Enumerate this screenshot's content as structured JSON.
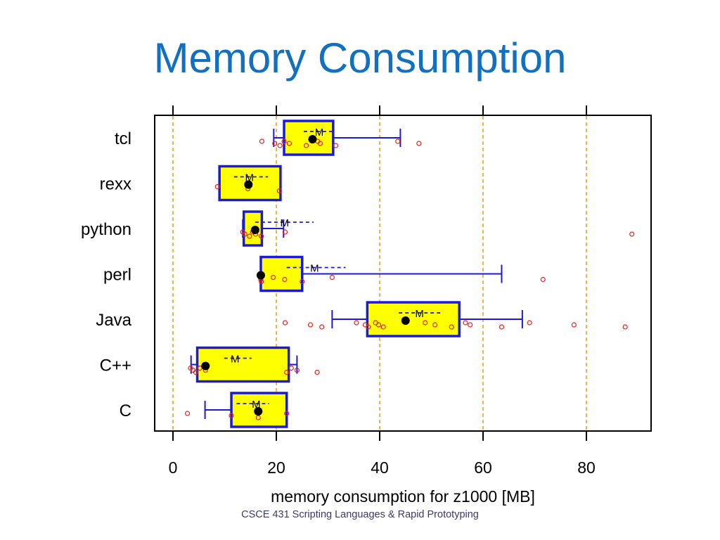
{
  "slide": {
    "title": "Memory Consumption",
    "footer": "CSCE 431 Scripting Languages & Rapid Prototyping"
  },
  "colors": {
    "title": "#1170bf",
    "box_fill": "#ffff00",
    "box_border": "#1a1adb",
    "whisker": "#1a1adb",
    "grid": "#f0a020",
    "points": "#e8201c",
    "median": "#000000",
    "mean_line": "#000000",
    "sd_line": "#1a1adb"
  },
  "chart_data": {
    "type": "boxplot",
    "orientation": "horizontal",
    "xlabel": "memory consumption for z1000 [MB]",
    "ylabel": "",
    "xlim": [
      -4,
      93
    ],
    "xticks": [
      0,
      20,
      40,
      60,
      80
    ],
    "grid": "vertical dashed at x ticks",
    "mean_marker": "M",
    "categories": [
      "tcl",
      "rexx",
      "python",
      "perl",
      "Java",
      "C++",
      "C"
    ],
    "series": [
      {
        "name": "tcl",
        "q1": 21.5,
        "q3": 31,
        "median": 27,
        "whisker_low": 19.5,
        "whisker_high": 44,
        "mean": 28.3,
        "sd_low": 25.3,
        "sd_high": 31.3,
        "points": [
          17.2,
          19.7,
          20.7,
          21.5,
          22.5,
          25.8,
          28,
          28.5,
          31.5,
          43.5,
          47.6
        ]
      },
      {
        "name": "rexx",
        "q1": 9,
        "q3": 20.8,
        "median": 14.6,
        "whisker_low": 9,
        "whisker_high": 20.8,
        "mean": 14.8,
        "sd_low": 11.8,
        "sd_high": 18.4,
        "points": [
          8.6,
          14.5,
          20.6
        ]
      },
      {
        "name": "python",
        "q1": 13.7,
        "q3": 17.2,
        "median": 15.9,
        "whisker_low": 13.5,
        "whisker_high": 21.4,
        "mean": 21.6,
        "sd_low": 15.9,
        "sd_high": 27.2,
        "points": [
          13.5,
          13.9,
          14.8,
          15.4,
          16,
          17.1,
          21.7,
          88.8
        ]
      },
      {
        "name": "perl",
        "q1": 17,
        "q3": 25,
        "median": 17,
        "whisker_low": 17,
        "whisker_high": 63.6,
        "mean": 27.4,
        "sd_low": 22,
        "sd_high": 33.4,
        "points": [
          16.9,
          17,
          17.1,
          19.4,
          21.6,
          25,
          30.8,
          71.6
        ]
      },
      {
        "name": "Java",
        "q1": 37.6,
        "q3": 55.4,
        "median": 45,
        "whisker_low": 30.8,
        "whisker_high": 67.6,
        "mean": 47.7,
        "sd_low": 43.7,
        "sd_high": 51.8,
        "points": [
          21.7,
          26.6,
          28.8,
          35.5,
          37.2,
          37.8,
          39.2,
          39.8,
          40.7,
          48.8,
          50.7,
          53.9,
          56.6,
          57.5,
          63.6,
          69,
          77.6,
          87.5
        ]
      },
      {
        "name": "C++",
        "q1": 4.7,
        "q3": 22.4,
        "median": 6.3,
        "whisker_low": 3.5,
        "whisker_high": 24,
        "mean": 12,
        "sd_low": 9.9,
        "sd_high": 15.2,
        "points": [
          3.4,
          3.9,
          4.4,
          5.2,
          6.3,
          22,
          22.9,
          24,
          27.9
        ]
      },
      {
        "name": "C",
        "q1": 11.3,
        "q3": 22,
        "median": 16.5,
        "whisker_low": 6.2,
        "whisker_high": 22,
        "mean": 16.1,
        "sd_low": 12.3,
        "sd_high": 18.6,
        "points": [
          2.8,
          11.3,
          16.5,
          22
        ]
      }
    ]
  }
}
